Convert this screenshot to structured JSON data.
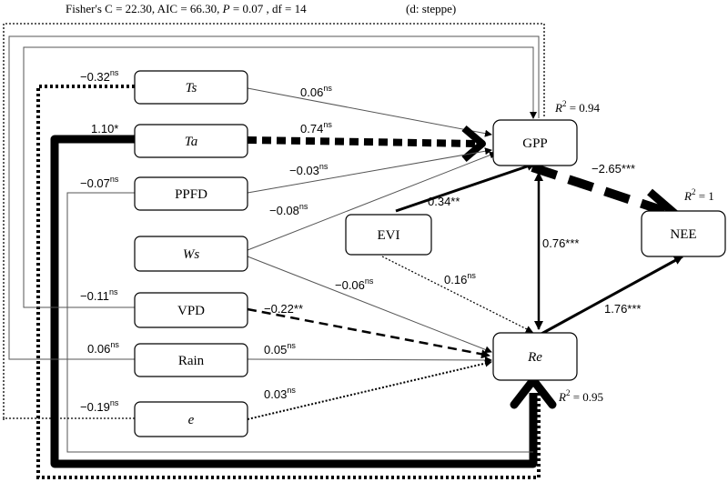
{
  "header": {
    "stats_prefix": "Fisher's C = 22.30, AIC = 66.30, ",
    "p_symbol": "P",
    "stats_suffix": " = 0.07 , df = 14",
    "site": "(d: steppe)"
  },
  "nodes": {
    "ts": "Ts",
    "ta": "Ta",
    "ppfd": "PPFD",
    "ws": "Ws",
    "vpd": "VPD",
    "rain": "Rain",
    "e": "e",
    "evi": "EVI",
    "gpp": "GPP",
    "re": "Re",
    "nee": "NEE"
  },
  "r2": {
    "gpp": {
      "prefix": "R",
      "exp": "2",
      "value": " = 0.94"
    },
    "re": {
      "prefix": "R",
      "exp": "2",
      "value": " = 0.95"
    },
    "nee": {
      "prefix": "R",
      "exp": "2",
      "value": " = 1"
    }
  },
  "paths": {
    "ts_gpp": {
      "coef": "0.06",
      "sig": "ns"
    },
    "ta_gpp": {
      "coef": "0.74",
      "sig": "ns"
    },
    "ppfd_gpp": {
      "coef": "−0.03",
      "sig": "ns"
    },
    "ws_gpp": {
      "coef": "−0.08",
      "sig": "ns"
    },
    "evi_gpp": {
      "coef": "0.34**",
      "sig": ""
    },
    "gpp_nee": {
      "coef": "−2.65***",
      "sig": ""
    },
    "gpp_re": {
      "coef": "0.76***",
      "sig": ""
    },
    "re_nee": {
      "coef": "1.76***",
      "sig": ""
    },
    "ws_re": {
      "coef": "−0.06",
      "sig": "ns"
    },
    "evi_re": {
      "coef": "0.16",
      "sig": "ns"
    },
    "vpd_re": {
      "coef": "−0.22**",
      "sig": ""
    },
    "rain_re": {
      "coef": "0.05",
      "sig": "ns"
    },
    "e_re": {
      "coef": "0.03",
      "sig": "ns"
    },
    "ts_loop": {
      "coef": "−0.32",
      "sig": "ns"
    },
    "ta_loop": {
      "coef": "1.10*",
      "sig": ""
    },
    "ppfd_loop": {
      "coef": "−0.07",
      "sig": "ns"
    },
    "vpd_loop": {
      "coef": "−0.11",
      "sig": "ns"
    },
    "rain_loop": {
      "coef": "0.06",
      "sig": "ns"
    },
    "e_loop": {
      "coef": "−0.19",
      "sig": "ns"
    }
  }
}
